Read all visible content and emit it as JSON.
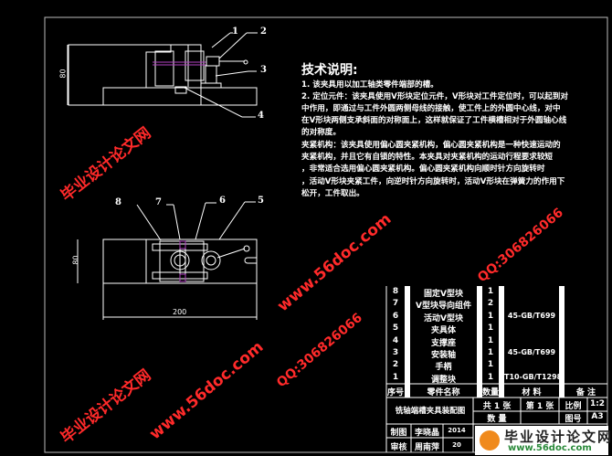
{
  "notes": {
    "title": "技术说明:",
    "lines": [
      "1. 该夹具用以加工轴类零件端部的槽。",
      "2. 定位元件：该夹具使用V形块定位元件，V形块对工件定位时，可以起到对",
      "中作用，即通过与工件外圆两侧母线的接触，使工件上的外圆中心线，对中",
      "在V形块两侧支承斜面的对称面上，这样就保证了工件横槽相对于外圆轴心线",
      "的对称度。",
      "夹紧机构：该夹具使用偏心圆夹紧机构，偏心圆夹紧机构是一种快速运动的",
      "夹紧机构，并且它有自锁的特性。本夹具对夹紧机构的运动行程要求较短",
      "，非常适合选用偏心圆夹紧机构。偏心圆夹紧机构向顺时针方向旋转时",
      "，活动V形块夹紧工件，向逆时针方向旋转时，活动V形块在弹簧力的作用下",
      "松开，工件取出。"
    ]
  },
  "front_view": {
    "labels": [
      "1",
      "2",
      "3",
      "4"
    ],
    "dim_height": "80"
  },
  "top_view": {
    "labels": [
      "8",
      "7",
      "6",
      "5"
    ],
    "dim_height": "80",
    "dim_width": "200"
  },
  "bom": {
    "rows": [
      {
        "no": "8",
        "name": "固定V型块",
        "qty": "1",
        "material": "",
        "remark": ""
      },
      {
        "no": "7",
        "name": "V型块导向组件",
        "qty": "2",
        "material": "",
        "remark": ""
      },
      {
        "no": "6",
        "name": "活动V型块",
        "qty": "1",
        "material": "45-GB/T699",
        "remark": ""
      },
      {
        "no": "5",
        "name": "夹具体",
        "qty": "1",
        "material": "",
        "remark": ""
      },
      {
        "no": "4",
        "name": "支撑座",
        "qty": "1",
        "material": "",
        "remark": ""
      },
      {
        "no": "3",
        "name": "安装轴",
        "qty": "1",
        "material": "45-GB/T699",
        "remark": ""
      },
      {
        "no": "2",
        "name": "手柄",
        "qty": "1",
        "material": "",
        "remark": ""
      },
      {
        "no": "1",
        "name": "调整块",
        "qty": "1",
        "material": "T10-GB/T1298",
        "remark": ""
      }
    ],
    "header": {
      "no": "序号",
      "name": "零件名称",
      "qty": "数量",
      "material": "材 料",
      "remark": "备 注"
    }
  },
  "title_block": {
    "drawing_name": "铣轴端槽夹具装配图",
    "sheets_total": "共 1 张",
    "sheet_no": "第 1 张",
    "scale_label": "比例",
    "scale": "1:2",
    "quantity_label": "数 量",
    "drawing_no_label": "图号",
    "drawing_no": "A3",
    "drawn_label": "制图",
    "drawn_by": "李晓晶",
    "drawn_date": "2014",
    "checked_label": "审核",
    "checked_by": "周南萍",
    "checked_date": "20"
  },
  "watermarks": {
    "site_cn": "毕业设计论文网",
    "site_url": "www.56doc.com",
    "qq": "QQ:306826066"
  },
  "colors": {
    "line": "#ffffff",
    "highlight": "#b040c0",
    "watermark": "#ff2a2a"
  }
}
